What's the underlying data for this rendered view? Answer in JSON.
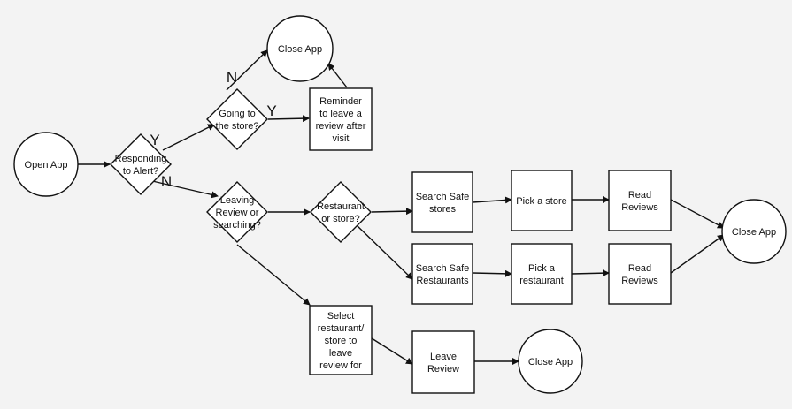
{
  "nodes": {
    "open_app": {
      "shape": "circle",
      "lines": [
        "Open App"
      ]
    },
    "responding": {
      "shape": "diamond",
      "lines": [
        "Responding",
        "to Alert?"
      ]
    },
    "going_store": {
      "shape": "diamond",
      "lines": [
        "Going to",
        "the store?"
      ]
    },
    "close_app_top": {
      "shape": "circle",
      "lines": [
        "Close App"
      ]
    },
    "reminder": {
      "shape": "rect",
      "lines": [
        "Reminder",
        "to leave a",
        "review after",
        "visit"
      ]
    },
    "leaving_review": {
      "shape": "diamond",
      "lines": [
        "Leaving",
        "Review or",
        "searching?"
      ]
    },
    "restaurant_store": {
      "shape": "diamond",
      "lines": [
        "Restaurant",
        "or store?"
      ]
    },
    "search_stores": {
      "shape": "rect",
      "lines": [
        "Search Safe",
        "stores"
      ]
    },
    "pick_store": {
      "shape": "rect",
      "lines": [
        "Pick a store"
      ]
    },
    "read_reviews_1": {
      "shape": "rect",
      "lines": [
        "Read",
        "Reviews"
      ]
    },
    "close_app_right": {
      "shape": "circle",
      "lines": [
        "Close App"
      ]
    },
    "search_restaurants": {
      "shape": "rect",
      "lines": [
        "Search Safe",
        "Restaurants"
      ]
    },
    "pick_restaurant": {
      "shape": "rect",
      "lines": [
        "Pick a",
        "restaurant"
      ]
    },
    "read_reviews_2": {
      "shape": "rect",
      "lines": [
        "Read",
        "Reviews"
      ]
    },
    "select_place": {
      "shape": "rect",
      "lines": [
        "Select",
        "restaurant/",
        "store to",
        "leave",
        "review for"
      ]
    },
    "leave_review": {
      "shape": "rect",
      "lines": [
        "Leave",
        "Review"
      ]
    },
    "close_app_bottom": {
      "shape": "circle",
      "lines": [
        "Close App"
      ]
    }
  },
  "edges": [
    {
      "from": "open_app",
      "to": "responding"
    },
    {
      "from": "responding",
      "to": "going_store",
      "label": "Y"
    },
    {
      "from": "responding",
      "to": "leaving_review",
      "label": "N"
    },
    {
      "from": "going_store",
      "to": "close_app_top",
      "label": "N"
    },
    {
      "from": "going_store",
      "to": "reminder",
      "label": "Y"
    },
    {
      "from": "reminder",
      "to": "close_app_top"
    },
    {
      "from": "leaving_review",
      "to": "restaurant_store"
    },
    {
      "from": "leaving_review",
      "to": "select_place"
    },
    {
      "from": "restaurant_store",
      "to": "search_stores"
    },
    {
      "from": "restaurant_store",
      "to": "search_restaurants"
    },
    {
      "from": "search_stores",
      "to": "pick_store"
    },
    {
      "from": "pick_store",
      "to": "read_reviews_1"
    },
    {
      "from": "read_reviews_1",
      "to": "close_app_right"
    },
    {
      "from": "search_restaurants",
      "to": "pick_restaurant"
    },
    {
      "from": "pick_restaurant",
      "to": "read_reviews_2"
    },
    {
      "from": "read_reviews_2",
      "to": "close_app_right"
    },
    {
      "from": "select_place",
      "to": "leave_review"
    },
    {
      "from": "leave_review",
      "to": "close_app_bottom"
    }
  ]
}
